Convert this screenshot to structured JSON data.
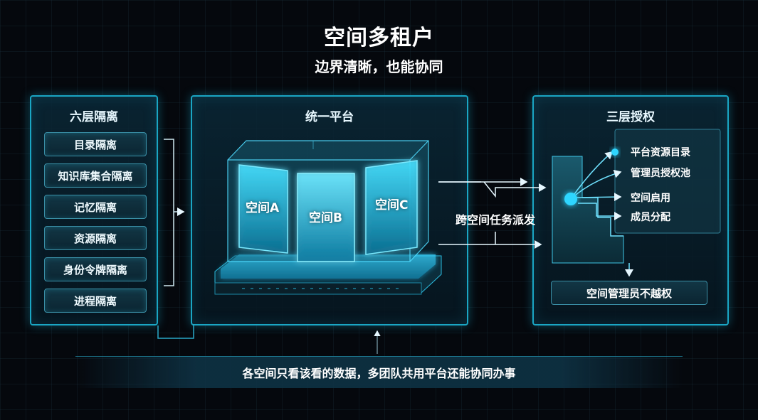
{
  "header": {
    "title": "空间多租户",
    "subtitle": "边界清晰，也能协同"
  },
  "left_panel": {
    "title": "六层隔离",
    "items": [
      "目录隔离",
      "知识库集合隔离",
      "记忆隔离",
      "资源隔离",
      "身份令牌隔离",
      "进程隔离"
    ]
  },
  "center_panel": {
    "title": "统一平台",
    "spaces": [
      "空间A",
      "空间B",
      "空间C"
    ]
  },
  "dispatch": {
    "label": "跨空间任务派发"
  },
  "right_panel": {
    "title": "三层授权",
    "items": [
      "平台资源目录",
      "管理员授权池",
      "空间启用",
      "成员分配"
    ],
    "bottom_label": "空间管理员不越权"
  },
  "footer": {
    "text": "各空间只看该看的数据，多团队共用平台还能协同办事"
  },
  "colors": {
    "accent": "#1aa6c4",
    "glow": "#2fd6ff",
    "background": "#05080d"
  }
}
